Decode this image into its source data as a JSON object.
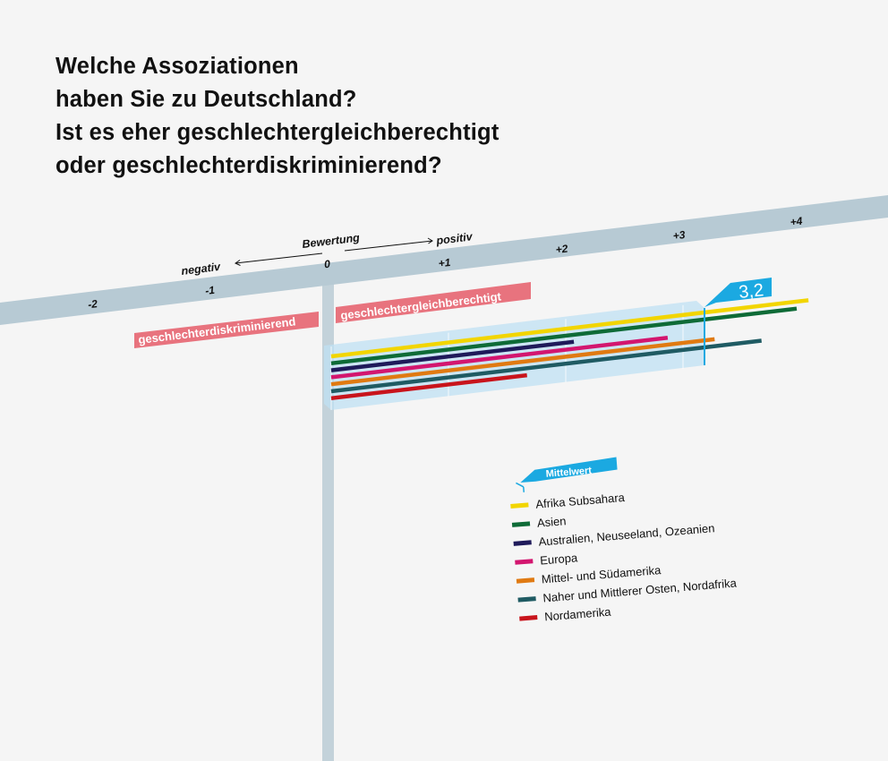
{
  "title_lines": [
    "Welche Assoziationen",
    "haben Sie zu Deutschland?",
    "Ist es eher geschlechtergleichberechtigt",
    "oder geschlechterdiskriminierend?"
  ],
  "chart_data": {
    "type": "bar",
    "orientation": "horizontal",
    "title": "Welche Assoziationen haben Sie zu Deutschland? Ist es eher geschlechtergleichberechtigt oder geschlechterdiskriminierend?",
    "axis": {
      "label": "Bewertung",
      "negative_label": "negativ",
      "positive_label": "positiv",
      "ticks": [
        "-2",
        "-1",
        "0",
        "+1",
        "+2",
        "+3",
        "+4"
      ],
      "tick_values": [
        -2,
        -1,
        0,
        1,
        2,
        3,
        4
      ],
      "range": [
        -2.8,
        4.8
      ]
    },
    "side_labels": {
      "negative": "geschlechterdiskriminierend",
      "positive": "geschlechtergleichberechtigt"
    },
    "mean": {
      "label": "Mittelwert",
      "value": 3.2,
      "value_text": "3,2"
    },
    "series": [
      {
        "name": "Afrika Subsahara",
        "value": 4.1,
        "color": "#f2d500"
      },
      {
        "name": "Asien",
        "value": 4.0,
        "color": "#0e6b37"
      },
      {
        "name": "Australien, Neuseeland, Ozeanien",
        "value": 2.1,
        "color": "#1f1a5a"
      },
      {
        "name": "Europa",
        "value": 2.9,
        "color": "#d3166f"
      },
      {
        "name": "Mittel- und Südamerika",
        "value": 3.3,
        "color": "#e07a12"
      },
      {
        "name": "Naher und Mittlerer Osten, Nordafrika",
        "value": 3.7,
        "color": "#1f5b63"
      },
      {
        "name": "Nordamerika",
        "value": 1.7,
        "color": "#c8141c"
      }
    ],
    "colors": {
      "axis": "#b7cad4",
      "label_bg": "#e8737e",
      "mean": "#1ba9e1",
      "box": "#bfe0f3"
    }
  }
}
